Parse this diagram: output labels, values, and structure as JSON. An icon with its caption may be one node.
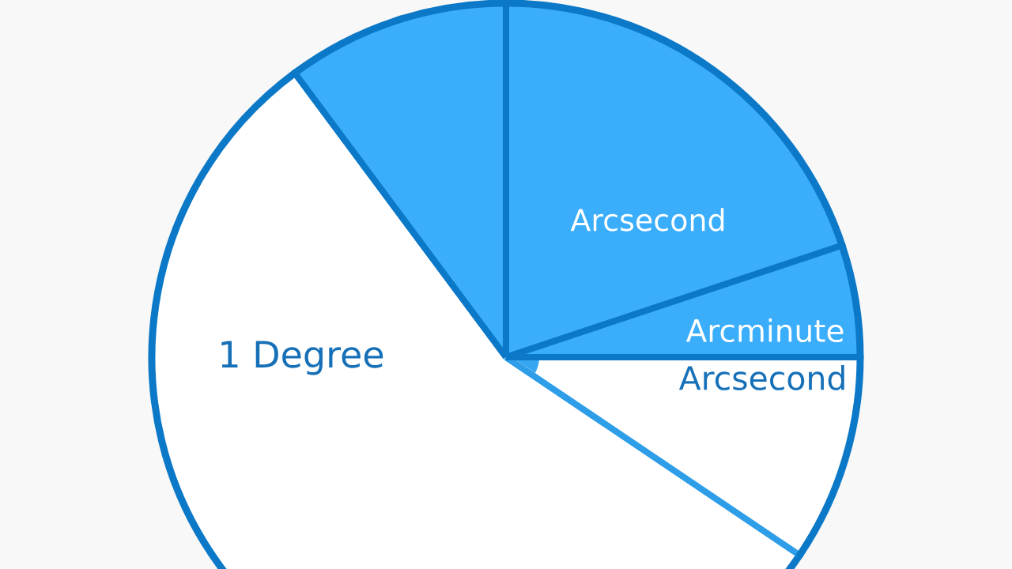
{
  "diagram": {
    "nodes": [
      {
        "text": [],
        "shape": "wedge"
      },
      {
        "text": [
          "Arcsecond"
        ]
      },
      {
        "text": [
          "Arcminute"
        ]
      },
      {
        "text": [
          "1 Degree"
        ]
      },
      {
        "text": [
          "Arcsecond"
        ]
      }
    ]
  }
}
